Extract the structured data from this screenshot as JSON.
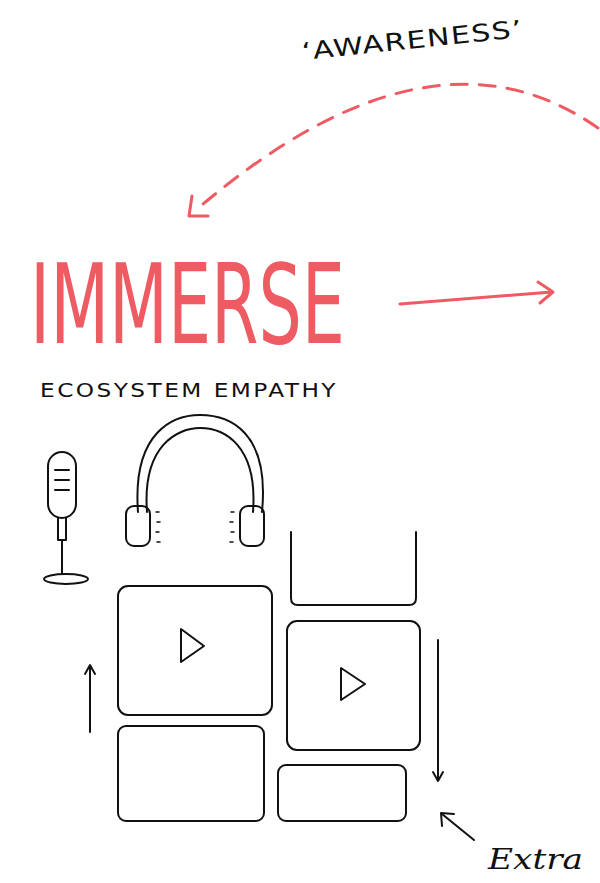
{
  "diagram": {
    "title": "IMMERSE",
    "labels": [
      "‘AWARENESS’",
      "ECOSYSTEM EMPATHY",
      "Extra"
    ]
  }
}
